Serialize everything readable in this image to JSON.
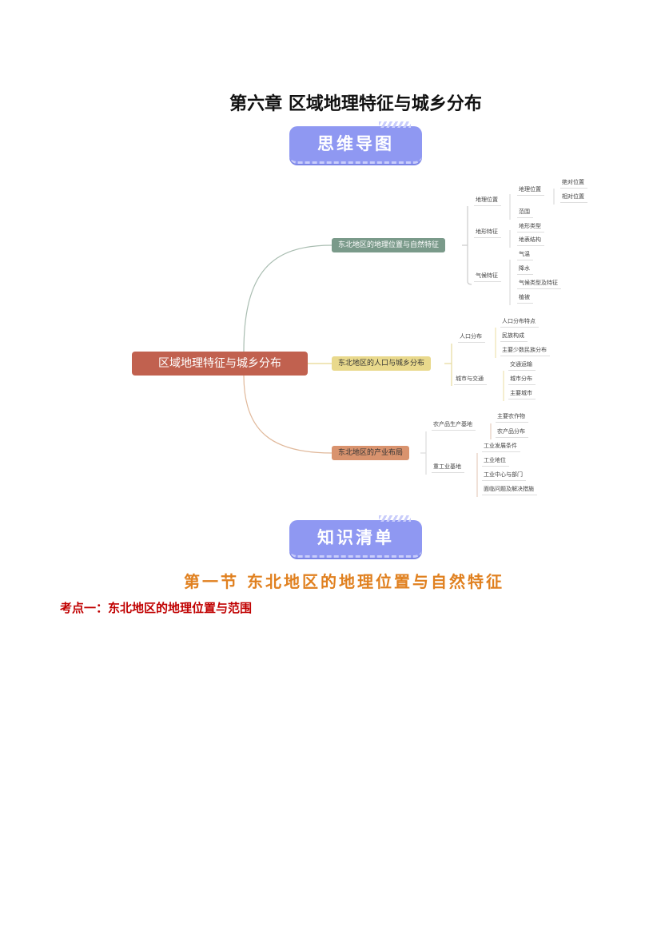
{
  "title": "第六章  区域地理特征与城乡分布",
  "banner_mindmap": "思维导图",
  "banner_knowledge": "知识清单",
  "mindmap": {
    "root": "区域地理特征与城乡分布",
    "branches": [
      {
        "label": "东北地区的地理位置与自然特征",
        "children": [
          {
            "label": "地理位置",
            "children": [
              {
                "label": "地理位置",
                "children": [
                  "绝对位置",
                  "相对位置"
                ]
              },
              {
                "label": "范围"
              }
            ]
          },
          {
            "label": "地形特征",
            "children": [
              "地形类型",
              "地表结构"
            ]
          },
          {
            "label": "气候特征",
            "children": [
              "气温",
              "降水",
              "气候类型及特征",
              "植被"
            ]
          }
        ]
      },
      {
        "label": "东北地区的人口与城乡分布",
        "children": [
          {
            "label": "人口分布",
            "children": [
              "人口分布特点",
              "民族构成",
              "主要少数民族分布"
            ]
          },
          {
            "label": "城市与交通",
            "children": [
              "交通运输",
              "城市分布",
              "主要城市"
            ]
          }
        ]
      },
      {
        "label": "东北地区的产业布局",
        "children": [
          {
            "label": "农产品生产基地",
            "children": [
              "主要农作物",
              "农产品分布"
            ]
          },
          {
            "label": "重工业基地",
            "children": [
              "工业发展条件",
              "工业地位",
              "工业中心与部门",
              "面临问题及解决措施"
            ]
          }
        ]
      }
    ]
  },
  "section_heading": "第一节  东北地区的地理位置与自然特征",
  "kaodian": "考点一：东北地区的地理位置与范围",
  "colors": {
    "root": "#c1614f",
    "branch1": "#7a9a8a",
    "branch2": "#e9d98c",
    "branch3": "#d9936e",
    "banner": "#8f98f2",
    "section": "#e0801f",
    "kaodian": "#c00000"
  }
}
